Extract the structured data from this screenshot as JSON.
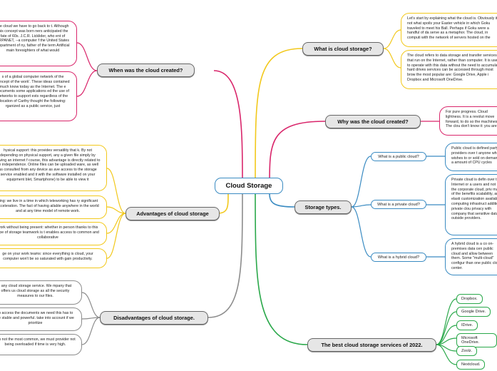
{
  "center": {
    "label": "Cloud Storage"
  },
  "colors": {
    "center_border": "#3a8bc2",
    "pink": "#d9266b",
    "yellow": "#f2c81b",
    "blue": "#3a8bc2",
    "gray": "#8c8c8c",
    "green": "#2aa84a",
    "main_fill": "#e6e6e6"
  },
  "branches": {
    "when": {
      "label": "When was the cloud created?",
      "leaves": [
        "the cloud we have to go back to t. Although this concept was born ners anticipated the fate of 60s. J.C.R. Licklider, who ent of ARPANET, --a computer f the United States Department of ny, father of the term Artificial main foresighters of what would",
        "s of a global computer network of the concept of the work'. These ideas contained much know today as the Internet. The e documents some applications ed the use of networks to support ests regardless of the location of Carthy thought the following: rganized as a public service, just"
      ]
    },
    "advantages": {
      "label": "Advantages of cloud storage",
      "leaves": [
        "hysical support: this provides versatility that k. By not depending on physical support, any a given file simply by having an internet f course, this advantage is directly related to ce independence. Online files can be uploaded ware, as well as consulted from any device as ave access to the storage service enabled and it with the software installed on your equipment blet, Smartphone) to be able to view it",
        "cing: we live in a time in which teleworking has ry significant acceleration. The fact of having ailable anywhere in the world and at any time model of remote work.",
        "work without being present: whether in person thanks to this type of storage teamwork is t enables access to common and collaborative",
        "ge on your work teams: since everything is cloud, your computer won't be so saturated with gain productivity."
      ]
    },
    "disadvantages": {
      "label": "Disadvantages of cloud storage.",
      "leaves": [
        "t any cloud storage service. We mpany that offers us cloud storage as all the security measures to our files.",
        "to access the documents we need this has to be stable and powerful. take into account if we prioritize",
        "it is not the most common, we must provider not being overloaded if time is very high."
      ]
    },
    "what": {
      "label": "What is cloud storage?",
      "leaves": [
        "Let's start by explaining what the cloud is. Obviously it is not what spoils your Easter vehicle in which Goku traveled to meet his Ball. Perhaps if Goku were a handful of da serve as a metaphor. The cloud, in computi with the network of servers hosted on the",
        "The cloud refers to data storage and transfer services that run on the Internet, rather than computer. It is used to operate with this data without the need to accumulate hard drives services can be accessed through most brow the most popular are: Google Drive, Apple i Dropbox and Microsoft OneDrive."
      ]
    },
    "why": {
      "label": "Why was the cloud created?",
      "leaves": [
        "For pure progress. Cloud lightness. It is a revolut move forward, to do so the machines. The clou don't know it: you are a"
      ]
    },
    "types": {
      "label": "Storage types.",
      "subs": [
        {
          "label": "What is a public cloud?",
          "text": "Public cloud is defined party providers over t anyone who wishes to or sold on demand, a amount of CPU cycles"
        },
        {
          "label": "What is a private cloud?",
          "text": "Private cloud is defin over the Internet or a users and not to the corporate cloud, priv many of the benefits scalability, and elasti customization availab computing infrastruct addition, private clou privacy with company that sensitive data ar outside providers."
        },
        {
          "label": "What is a hybrid cloud?",
          "text": "A hybrid cloud is a co on-premises data cen public cloud and allow between them. Some \"multi-cloud\" configur than one public cloud center."
        }
      ]
    },
    "best": {
      "label": "The best cloud storage services of 2022.",
      "items": [
        "Dropbox.",
        "Google Drive.",
        "IDrive.",
        "Microsoft OneDrive.",
        "Zoolz.",
        "Nextcloud."
      ]
    }
  }
}
